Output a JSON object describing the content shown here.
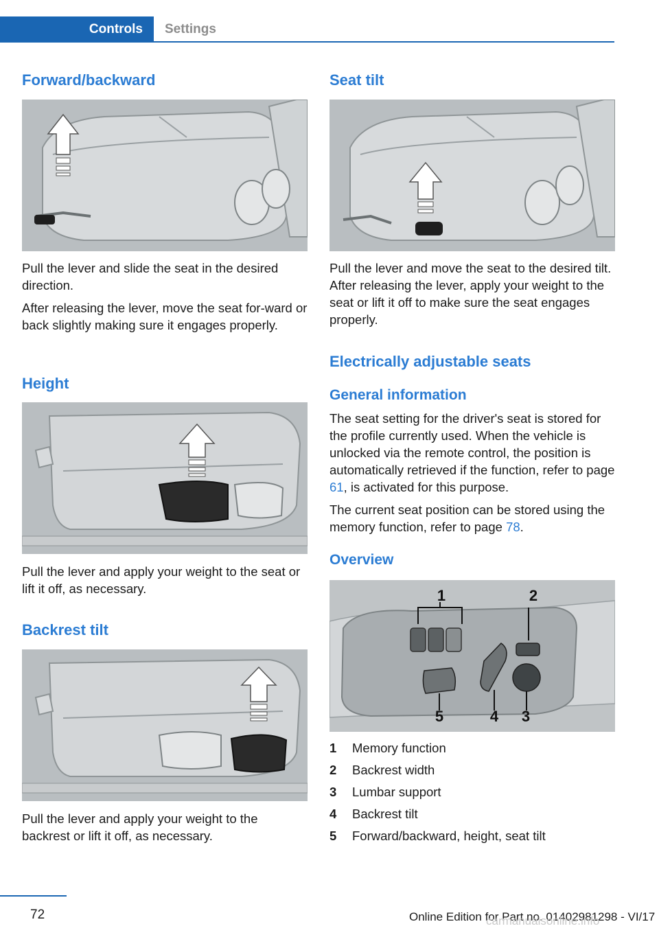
{
  "header": {
    "active_tab": "Controls",
    "inactive_tab": "Settings"
  },
  "left": {
    "forward_title": "Forward/backward",
    "forward_p1": "Pull the lever and slide the seat in the desired direction.",
    "forward_p2": "After releasing the lever, move the seat for‐ward or back slightly making sure it engages properly.",
    "height_title": "Height",
    "height_p": "Pull the lever and apply your weight to the seat or lift it off, as necessary.",
    "backrest_title": "Backrest tilt",
    "backrest_p": "Pull the lever and apply your weight to the backrest or lift it off, as necessary."
  },
  "right": {
    "tilt_title": "Seat tilt",
    "tilt_p": "Pull the lever and move the seat to the desired tilt. After releasing the lever, apply your weight to the seat or lift it off to make sure the seat engages properly.",
    "electric_title": "Electrically adjustable seats",
    "general_title": "General information",
    "general_p1_a": "The seat setting for the driver's seat is stored for the profile currently used. When the vehicle is unlocked via the remote control, the position is automatically retrieved if the function, refer to page ",
    "general_p1_ref": "61",
    "general_p1_b": ", is activated for this purpose.",
    "general_p2_a": "The current seat position can be stored using the memory function, refer to page ",
    "general_p2_ref": "78",
    "general_p2_b": ".",
    "overview_title": "Overview",
    "overview_labels": {
      "l1": "1",
      "l2": "2",
      "l3": "3",
      "l4": "4",
      "l5": "5"
    },
    "legend": [
      {
        "num": "1",
        "text": "Memory function"
      },
      {
        "num": "2",
        "text": "Backrest width"
      },
      {
        "num": "3",
        "text": "Lumbar support"
      },
      {
        "num": "4",
        "text": "Backrest tilt"
      },
      {
        "num": "5",
        "text": "Forward/backward, height, seat tilt"
      }
    ]
  },
  "footer": {
    "page": "72",
    "edition": "Online Edition for Part no. 01402981298 - VI/17",
    "watermark": "carmanualsonline.info"
  },
  "colors": {
    "accent": "#1a66b3",
    "heading": "#2b7cd3",
    "figure_bg": "#b7bcbf"
  }
}
